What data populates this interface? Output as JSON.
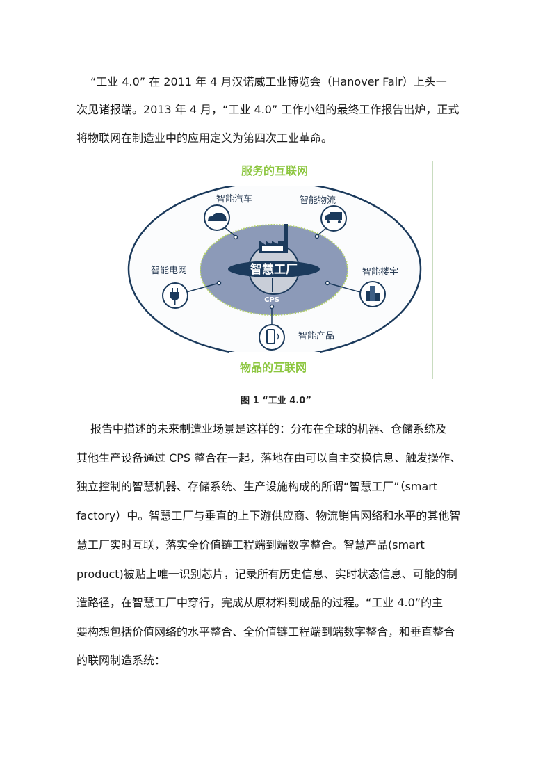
{
  "paragraph1": {
    "lines": [
      "“工业 4.0” 在 2011 年 4 月汉诺威工业博览会（Hanover Fair）上头一",
      "次见诸报端。2013 年 4 月，“工业 4.0” 工作小组的最终工作报告出炉，正式",
      "将物联网在制造业中的应用定义为第四次工业革命。"
    ]
  },
  "figure": {
    "top_label": "服务的互联网",
    "bottom_label": "物品的互联网",
    "center_label": "智慧工厂",
    "cps_label": "CPS",
    "nodes": {
      "car": "智能汽车",
      "logistics": "智能物流",
      "grid": "智能电网",
      "building": "智能楼宇",
      "product": "智能产品"
    },
    "caption": "图 1 “工业 4.0”",
    "colors": {
      "green": "#8cc63f",
      "navy": "#1b3a5c",
      "inner": "#8c9ab8"
    }
  },
  "paragraph2": {
    "lines": [
      "报告中描述的未来制造业场景是这样的：分布在全球的机器、仓储系统及",
      "其他生产设备通过 CPS 整合在一起，落地在由可以自主交换信息、触发操作、",
      "独立控制的智慧机器、存储系统、生产设施构成的所谓“智慧工厂”（smart",
      "factory）中。智慧工厂与垂直的上下游供应商、物流销售网络和水平的其他智",
      "慧工厂实时互联，落实全价值链工程端到端数字整合。智慧产品(smart",
      "product)被贴上唯一识别芯片，记录所有历史信息、实时状态信息、可能的制",
      "造路径，在智慧工厂中穿行，完成从原材料到成品的过程。“工业 4.0”的主",
      "要构想包括价值网络的水平整合、全价值链工程端到端数字整合，和垂直整合",
      "的联网制造系统："
    ]
  }
}
